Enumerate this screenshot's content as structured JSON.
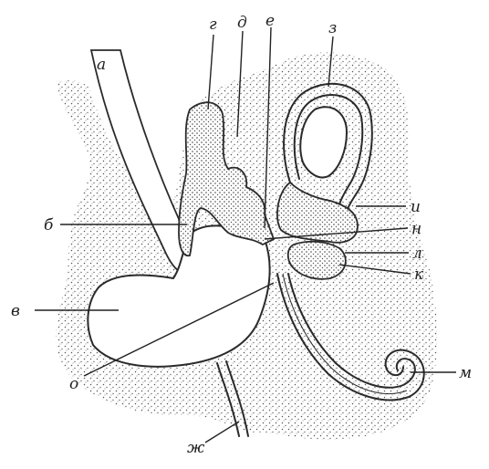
{
  "diagram": {
    "labels": {
      "a": "а",
      "b": "б",
      "v": "в",
      "g": "г",
      "d": "д",
      "e": "е",
      "z": "з",
      "i": "и",
      "n": "н",
      "l": "л",
      "k": "к",
      "m": "м",
      "o": "о",
      "zh": "ж"
    }
  }
}
